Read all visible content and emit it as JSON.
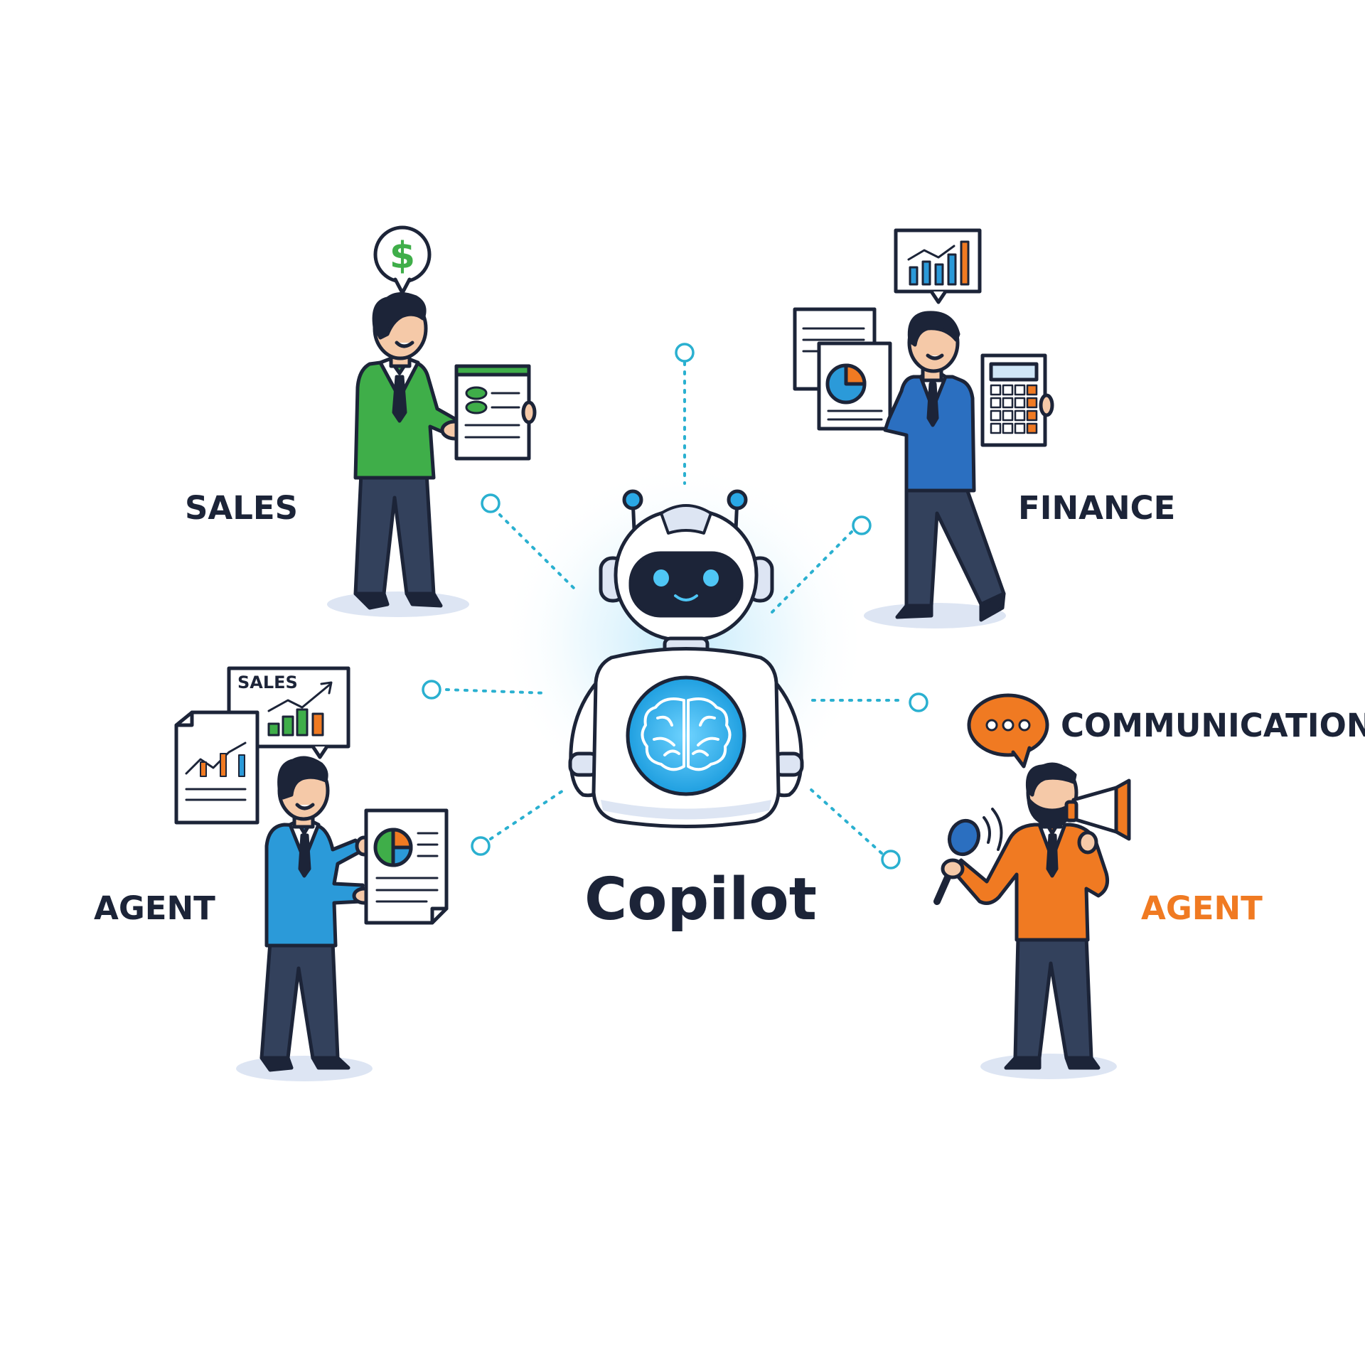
{
  "hub": {
    "title": "Copilot"
  },
  "roles": {
    "sales": {
      "label": "SALES"
    },
    "finance": {
      "label": "FINANCE"
    },
    "agent_left": {
      "label": "AGENT"
    },
    "communication": {
      "label": "COMMUNICATION"
    },
    "agent_right": {
      "label": "AGENT"
    }
  },
  "badges": {
    "sales_bubble_symbol": "$",
    "sales_chart_word": "SALES"
  },
  "colors": {
    "ink": "#1c2438",
    "sales_green": "#3fae49",
    "finance_blue": "#2b6fc0",
    "agent_blue": "#2b9ad9",
    "comm_orange": "#f07a22",
    "robot_accent": "#2aa8e6",
    "connector": "#2ab0d0"
  },
  "icons": [
    "dollar-icon",
    "bar-chart-icon",
    "pie-chart-icon",
    "calculator-icon",
    "brain-icon",
    "speech-bubble-icon",
    "megaphone-icon",
    "microphone-icon",
    "document-icon"
  ]
}
